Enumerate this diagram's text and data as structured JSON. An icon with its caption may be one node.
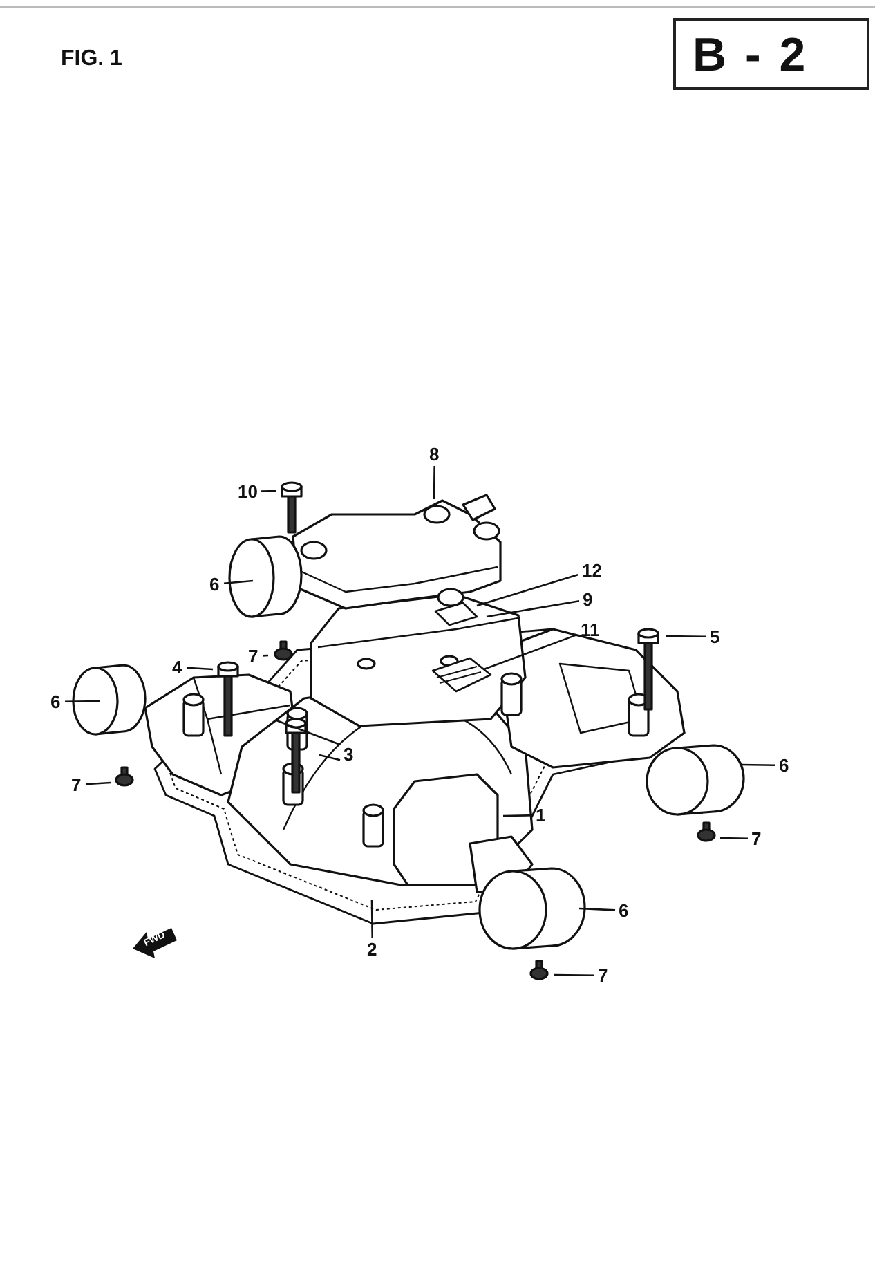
{
  "diagram": {
    "nodes": [
      {
        "text": [
          "B - 2"
        ]
      },
      {
        "text": [
          "8"
        ]
      },
      {
        "text": [
          "10"
        ]
      },
      {
        "text": [
          "6"
        ]
      },
      {
        "text": [
          "12"
        ]
      },
      {
        "text": [
          "9"
        ]
      },
      {
        "text": [
          "7"
        ]
      },
      {
        "text": [
          "4"
        ]
      },
      {
        "text": [
          "11"
        ]
      },
      {
        "text": [
          "5"
        ]
      },
      {
        "text": [
          "6"
        ]
      },
      {
        "text": [
          "3"
        ]
      },
      {
        "text": [
          "6"
        ]
      },
      {
        "text": [
          "7"
        ]
      },
      {
        "text": [
          "1"
        ]
      },
      {
        "text": [
          "7"
        ]
      },
      {
        "text": [
          "2"
        ]
      },
      {
        "text": [
          "6"
        ]
      },
      {
        "text": [
          "7"
        ]
      }
    ],
    "edges": [
      {
        "from": 1,
        "to": null,
        "arrow": "none"
      },
      {
        "from": 2,
        "to": null,
        "arrow": "none"
      },
      {
        "from": 3,
        "to": null,
        "arrow": "none"
      },
      {
        "from": 4,
        "to": null,
        "arrow": "none"
      },
      {
        "from": 5,
        "to": null,
        "arrow": "none"
      },
      {
        "from": 6,
        "to": null,
        "arrow": "none"
      },
      {
        "from": 7,
        "to": null,
        "arrow": "none"
      },
      {
        "from": 8,
        "to": null,
        "arrow": "none"
      },
      {
        "from": 9,
        "to": null,
        "arrow": "none"
      },
      {
        "from": 10,
        "to": null,
        "arrow": "none"
      },
      {
        "from": 11,
        "to": null,
        "arrow": "none"
      },
      {
        "from": 11,
        "to": null,
        "arrow": "none"
      },
      {
        "from": 12,
        "to": null,
        "arrow": "none"
      },
      {
        "from": 13,
        "to": null,
        "arrow": "none"
      },
      {
        "from": 14,
        "to": null,
        "arrow": "none"
      },
      {
        "from": 15,
        "to": null,
        "arrow": "none"
      },
      {
        "from": 16,
        "to": null,
        "arrow": "none"
      },
      {
        "from": 17,
        "to": null,
        "arrow": "none"
      },
      {
        "from": 18,
        "to": null,
        "arrow": "none"
      }
    ],
    "labels": [
      "FIG. 1",
      "FWD"
    ]
  }
}
